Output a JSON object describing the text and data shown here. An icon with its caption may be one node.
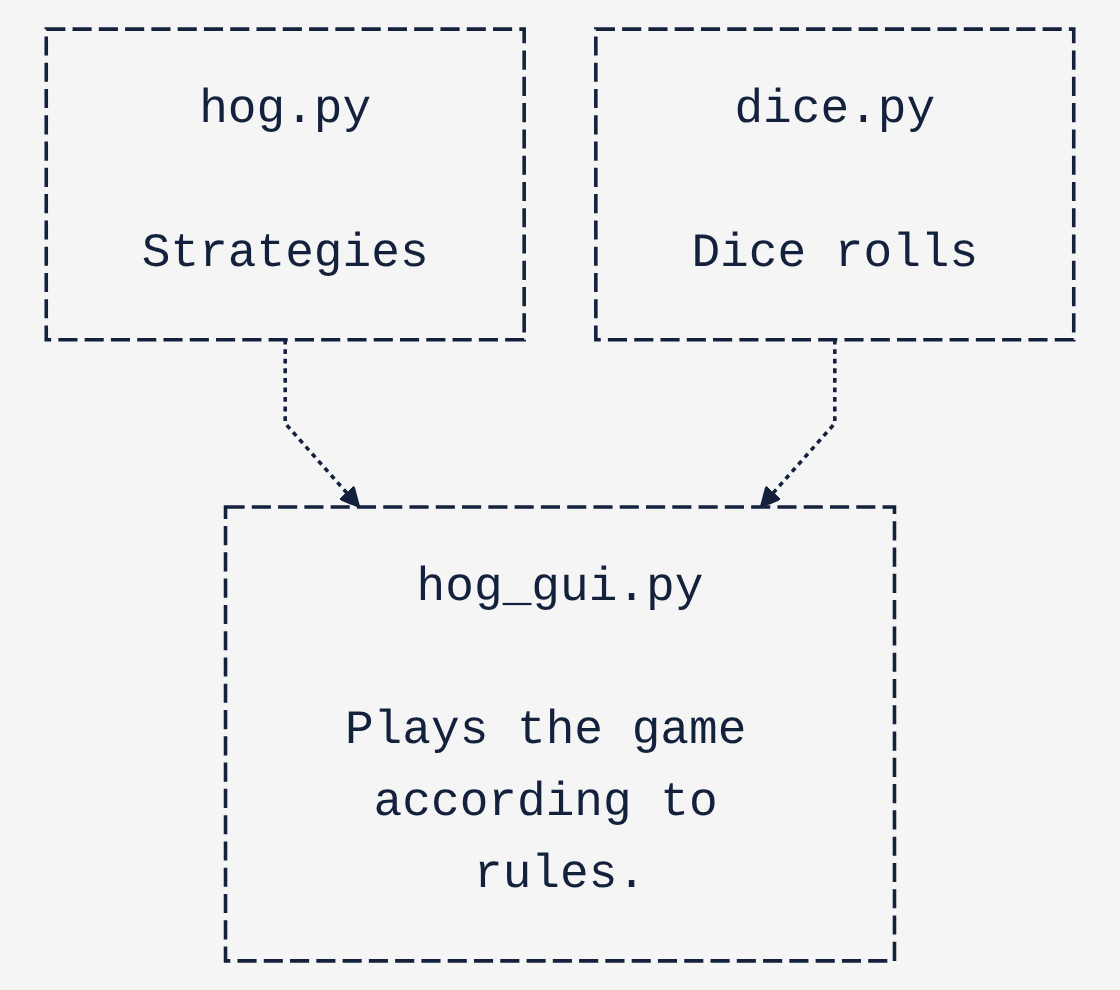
{
  "diagram": {
    "nodes": [
      {
        "text": [
          "hog.py",
          "Strategies"
        ]
      },
      {
        "text": [
          "dice.py",
          "Dice rolls"
        ]
      },
      {
        "text": [
          "hog_gui.py",
          "Plays the game according to rules."
        ]
      }
    ],
    "edges": [
      {
        "from": 0,
        "to": 2,
        "arrow": "to",
        "style": "dashed"
      },
      {
        "from": 1,
        "to": 2,
        "arrow": "to",
        "style": "dashed"
      }
    ]
  }
}
